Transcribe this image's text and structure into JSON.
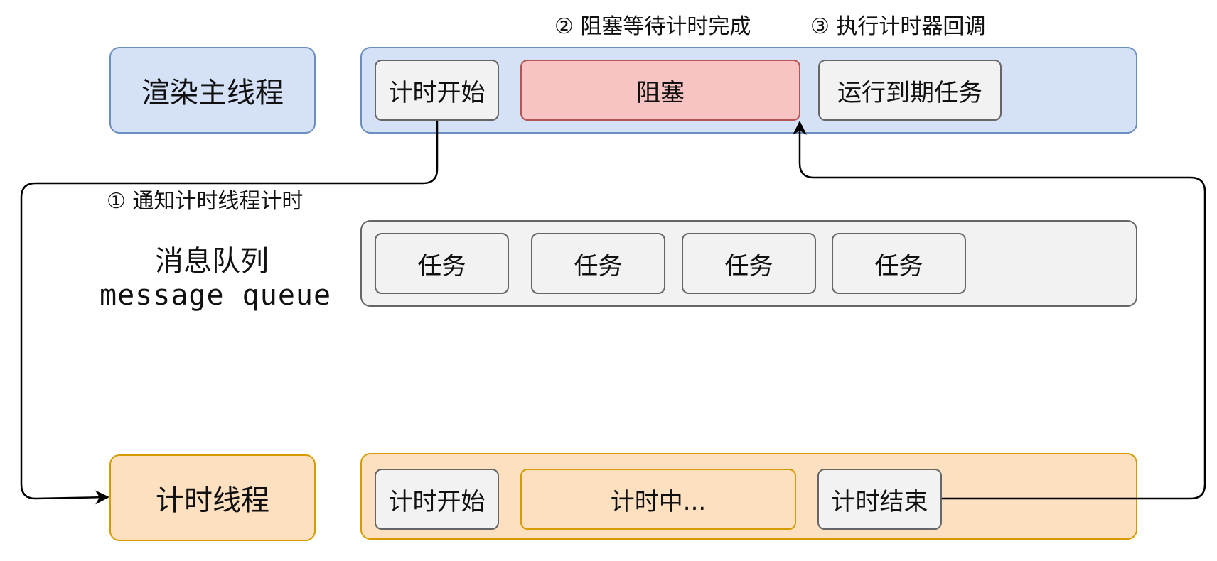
{
  "notes": {
    "step1": "① 通知计时线程计时",
    "step2": "② 阻塞等待计时完成",
    "step3": "③ 执行计时器回调"
  },
  "render_thread": {
    "label": "渲染主线程",
    "items": [
      "计时开始",
      "阻塞",
      "运行到期任务"
    ]
  },
  "message_queue": {
    "label_zh": "消息队列",
    "label_en": "message queue",
    "items": [
      "任务",
      "任务",
      "任务",
      "任务"
    ]
  },
  "timer_thread": {
    "label": "计时线程",
    "items": [
      "计时开始",
      "计时中...",
      "计时结束"
    ]
  },
  "colors": {
    "blue_fill": "#d4e1f6",
    "blue_stroke": "#6c8ebf",
    "orange_fill": "#fde0c0",
    "orange_stroke": "#d79b00",
    "gray_fill": "#f2f2f2",
    "gray_stroke": "#666666",
    "red_fill": "#f7c3c3",
    "red_stroke": "#b85450"
  }
}
